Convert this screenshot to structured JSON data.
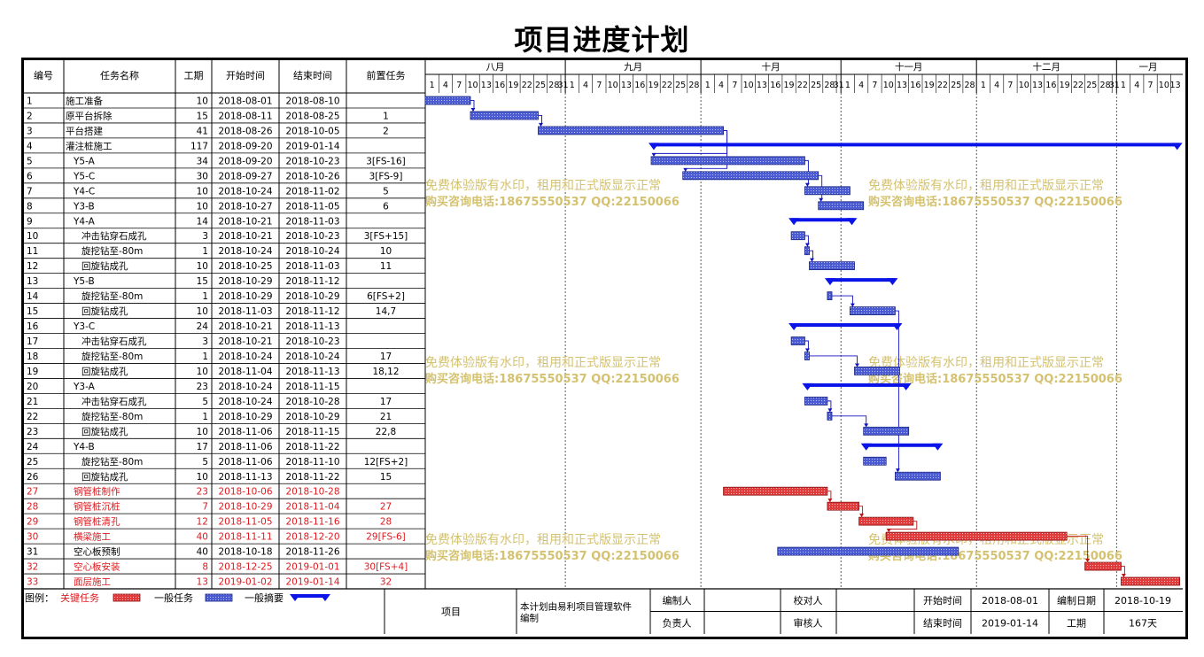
{
  "page_title": "项目进度计划",
  "table_headers": [
    "编号",
    "任务名称",
    "工期",
    "开始时间",
    "结束时间",
    "前置任务"
  ],
  "months": [
    {
      "label": "八月",
      "start": "2018-08-01"
    },
    {
      "label": "九月",
      "start": "2018-09-01"
    },
    {
      "label": "十月",
      "start": "2018-10-01"
    },
    {
      "label": "十一月",
      "start": "2018-11-01"
    },
    {
      "label": "十二月",
      "start": "2018-12-01"
    },
    {
      "label": "一月",
      "start": "2019-01-01"
    }
  ],
  "colors": {
    "critical": "#e23b3b",
    "normal": "#4a5bd4",
    "summary": "#0a14e8",
    "link": "#1010c0",
    "watermark": "#d4c270",
    "critical_text": "#e0191e"
  },
  "watermark": {
    "line1": "免费体验版有水印，租用和正式版显示正常",
    "line2": "购买咨询电话:18675550537 QQ:22150066"
  },
  "chart_data": {
    "type": "gantt",
    "title": "项目进度计划",
    "x_range": [
      "2018-08-01",
      "2019-01-14"
    ],
    "tasks": [
      {
        "id": "1",
        "name": "施工准备",
        "duration": "10",
        "start": "2018-08-01",
        "end": "2018-08-10",
        "pred": "",
        "level": 0,
        "kind": "normal",
        "deps": []
      },
      {
        "id": "2",
        "name": "原平台拆除",
        "duration": "15",
        "start": "2018-08-11",
        "end": "2018-08-25",
        "pred": "1",
        "level": 0,
        "kind": "normal",
        "deps": [
          "1"
        ]
      },
      {
        "id": "3",
        "name": "平台搭建",
        "duration": "41",
        "start": "2018-08-26",
        "end": "2018-10-05",
        "pred": "2",
        "level": 0,
        "kind": "normal",
        "deps": [
          "2"
        ]
      },
      {
        "id": "4",
        "name": "灌注桩施工",
        "duration": "117",
        "start": "2018-09-20",
        "end": "2019-01-14",
        "pred": "",
        "level": 0,
        "kind": "summary",
        "deps": []
      },
      {
        "id": "5",
        "name": "Y5-A",
        "duration": "34",
        "start": "2018-09-20",
        "end": "2018-10-23",
        "pred": "3[FS-16]",
        "level": 1,
        "kind": "normal",
        "deps": [
          "3"
        ]
      },
      {
        "id": "6",
        "name": "Y5-C",
        "duration": "30",
        "start": "2018-09-27",
        "end": "2018-10-26",
        "pred": "3[FS-9]",
        "level": 1,
        "kind": "normal",
        "deps": [
          "3"
        ]
      },
      {
        "id": "7",
        "name": "Y4-C",
        "duration": "10",
        "start": "2018-10-24",
        "end": "2018-11-02",
        "pred": "5",
        "level": 1,
        "kind": "normal",
        "deps": [
          "5"
        ]
      },
      {
        "id": "8",
        "name": "Y3-B",
        "duration": "10",
        "start": "2018-10-27",
        "end": "2018-11-05",
        "pred": "6",
        "level": 1,
        "kind": "normal",
        "deps": [
          "6"
        ]
      },
      {
        "id": "9",
        "name": "Y4-A",
        "duration": "14",
        "start": "2018-10-21",
        "end": "2018-11-03",
        "pred": "",
        "level": 1,
        "kind": "summary",
        "deps": []
      },
      {
        "id": "10",
        "name": "冲击钻穿石成孔",
        "duration": "3",
        "start": "2018-10-21",
        "end": "2018-10-23",
        "pred": "3[FS+15]",
        "level": 2,
        "kind": "normal",
        "deps": []
      },
      {
        "id": "11",
        "name": "旋挖钻至-80m",
        "duration": "1",
        "start": "2018-10-24",
        "end": "2018-10-24",
        "pred": "10",
        "level": 2,
        "kind": "normal",
        "deps": [
          "10"
        ]
      },
      {
        "id": "12",
        "name": "回旋钻成孔",
        "duration": "10",
        "start": "2018-10-25",
        "end": "2018-11-03",
        "pred": "11",
        "level": 2,
        "kind": "normal",
        "deps": [
          "11"
        ]
      },
      {
        "id": "13",
        "name": "Y5-B",
        "duration": "15",
        "start": "2018-10-29",
        "end": "2018-11-12",
        "pred": "",
        "level": 1,
        "kind": "summary",
        "deps": []
      },
      {
        "id": "14",
        "name": "旋挖钻至-80m",
        "duration": "1",
        "start": "2018-10-29",
        "end": "2018-10-29",
        "pred": "6[FS+2]",
        "level": 2,
        "kind": "normal",
        "deps": []
      },
      {
        "id": "15",
        "name": "回旋钻成孔",
        "duration": "10",
        "start": "2018-11-03",
        "end": "2018-11-12",
        "pred": "14,7",
        "level": 2,
        "kind": "normal",
        "deps": [
          "14"
        ]
      },
      {
        "id": "16",
        "name": "Y3-C",
        "duration": "24",
        "start": "2018-10-21",
        "end": "2018-11-13",
        "pred": "",
        "level": 1,
        "kind": "summary",
        "deps": []
      },
      {
        "id": "17",
        "name": "冲击钻穿石成孔",
        "duration": "3",
        "start": "2018-10-21",
        "end": "2018-10-23",
        "pred": "",
        "level": 2,
        "kind": "normal",
        "deps": []
      },
      {
        "id": "18",
        "name": "旋挖钻至-80m",
        "duration": "1",
        "start": "2018-10-24",
        "end": "2018-10-24",
        "pred": "17",
        "level": 2,
        "kind": "normal",
        "deps": [
          "17"
        ]
      },
      {
        "id": "19",
        "name": "回旋钻成孔",
        "duration": "10",
        "start": "2018-11-04",
        "end": "2018-11-13",
        "pred": "18,12",
        "level": 2,
        "kind": "normal",
        "deps": [
          "18"
        ]
      },
      {
        "id": "20",
        "name": "Y3-A",
        "duration": "23",
        "start": "2018-10-24",
        "end": "2018-11-15",
        "pred": "",
        "level": 1,
        "kind": "summary",
        "deps": []
      },
      {
        "id": "21",
        "name": "冲击钻穿石成孔",
        "duration": "5",
        "start": "2018-10-24",
        "end": "2018-10-28",
        "pred": "17",
        "level": 2,
        "kind": "normal",
        "deps": []
      },
      {
        "id": "22",
        "name": "旋挖钻至-80m",
        "duration": "1",
        "start": "2018-10-29",
        "end": "2018-10-29",
        "pred": "21",
        "level": 2,
        "kind": "normal",
        "deps": [
          "21"
        ]
      },
      {
        "id": "23",
        "name": "回旋钻成孔",
        "duration": "10",
        "start": "2018-11-06",
        "end": "2018-11-15",
        "pred": "22,8",
        "level": 2,
        "kind": "normal",
        "deps": [
          "22"
        ]
      },
      {
        "id": "24",
        "name": "Y4-B",
        "duration": "17",
        "start": "2018-11-06",
        "end": "2018-11-22",
        "pred": "",
        "level": 1,
        "kind": "summary",
        "deps": []
      },
      {
        "id": "25",
        "name": "旋挖钻至-80m",
        "duration": "5",
        "start": "2018-11-06",
        "end": "2018-11-10",
        "pred": "12[FS+2]",
        "level": 2,
        "kind": "normal",
        "deps": []
      },
      {
        "id": "26",
        "name": "回旋钻成孔",
        "duration": "10",
        "start": "2018-11-13",
        "end": "2018-11-22",
        "pred": "15",
        "level": 2,
        "kind": "normal",
        "deps": [
          "15"
        ]
      },
      {
        "id": "27",
        "name": "钢管桩制作",
        "duration": "23",
        "start": "2018-10-06",
        "end": "2018-10-28",
        "pred": "",
        "level": 1,
        "kind": "critical",
        "deps": []
      },
      {
        "id": "28",
        "name": "钢管桩沉桩",
        "duration": "7",
        "start": "2018-10-29",
        "end": "2018-11-04",
        "pred": "27",
        "level": 1,
        "kind": "critical",
        "deps": [
          "27"
        ]
      },
      {
        "id": "29",
        "name": "钢管桩清孔",
        "duration": "12",
        "start": "2018-11-05",
        "end": "2018-11-16",
        "pred": "28",
        "level": 1,
        "kind": "critical",
        "deps": [
          "28"
        ]
      },
      {
        "id": "30",
        "name": "横梁施工",
        "duration": "40",
        "start": "2018-11-11",
        "end": "2018-12-20",
        "pred": "29[FS-6]",
        "level": 1,
        "kind": "critical",
        "deps": [
          "29"
        ]
      },
      {
        "id": "31",
        "name": "空心板预制",
        "duration": "40",
        "start": "2018-10-18",
        "end": "2018-11-26",
        "pred": "",
        "level": 1,
        "kind": "normal",
        "deps": []
      },
      {
        "id": "32",
        "name": "空心板安装",
        "duration": "8",
        "start": "2018-12-25",
        "end": "2019-01-01",
        "pred": "30[FS+4]",
        "level": 1,
        "kind": "critical",
        "deps": [
          "30"
        ]
      },
      {
        "id": "33",
        "name": "面层施工",
        "duration": "13",
        "start": "2019-01-02",
        "end": "2019-01-14",
        "pred": "32",
        "level": 1,
        "kind": "critical",
        "deps": [
          "32"
        ]
      }
    ]
  },
  "legend": {
    "label": "图例：",
    "critical": "关键任务",
    "normal": "一般任务",
    "summary": "一般摘要"
  },
  "footer": {
    "project_label": "项目",
    "note": "本计划由易利项目管理软件编制",
    "compiler_label": "编制人",
    "checker_label": "校对人",
    "responsible_label": "负责人",
    "auditor_label": "审核人",
    "start_label": "开始时间",
    "start_value": "2018-08-01",
    "compile_date_label": "编制日期",
    "compile_date_value": "2018-10-19",
    "end_label": "结束时间",
    "end_value": "2019-01-14",
    "duration_label": "工期",
    "duration_value": "167天"
  }
}
